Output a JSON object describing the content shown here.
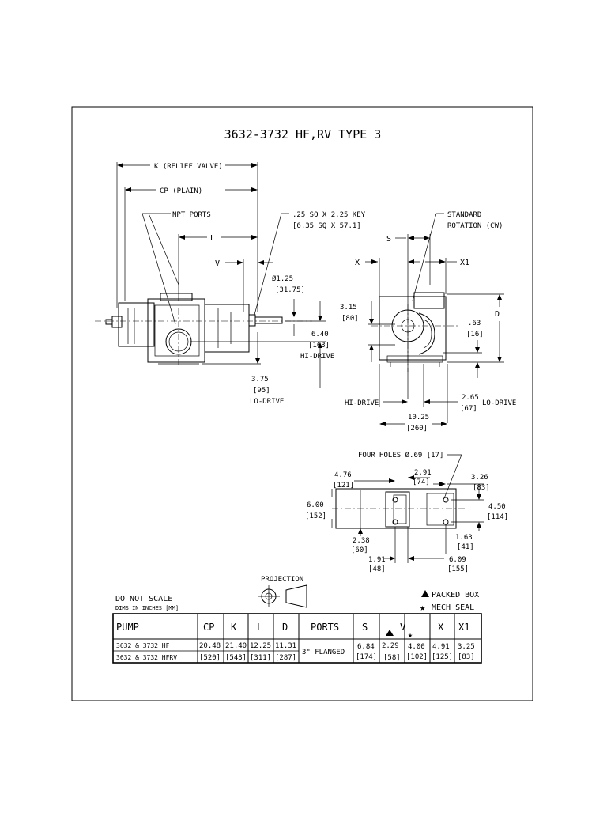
{
  "title": "3632-3732 HF,RV   TYPE 3",
  "side_view": {
    "k_label": "K (RELIEF VALVE)",
    "cp_label": "CP (PLAIN)",
    "npt_label": "NPT PORTS",
    "l_label": "L",
    "v_label": "V",
    "key_line1": ".25 SQ X 2.25 KEY",
    "key_line2": "[6.35 SQ X 57.1]",
    "shaft_dia": "Ø1.25",
    "shaft_dia_mm": "[31.75]",
    "hi_dim": "6.40",
    "hi_dim_mm": "[163]",
    "hi_label": "HI-DRIVE",
    "lo_dim": "3.75",
    "lo_dim_mm": "[95]",
    "lo_label": "LO-DRIVE"
  },
  "end_view": {
    "rotation_line1": "STANDARD",
    "rotation_line2": "ROTATION (CW)",
    "s_label": "S",
    "x_label": "X",
    "x1_label": "X1",
    "d_label": "D",
    "h315": "3.15",
    "h315_mm": "[80]",
    "h63": ".63",
    "h63_mm": "[16]",
    "hi_label": "HI-DRIVE",
    "lo_label": "LO-DRIVE",
    "w265": "2.65",
    "w265_mm": "[67]",
    "w1025": "10.25",
    "w1025_mm": "[260]"
  },
  "foot_view": {
    "holes": "FOUR HOLES Ø.69 [17]",
    "d476": "4.76",
    "d476_mm": "[121]",
    "d291": "2.91",
    "d291_mm": "[74]",
    "d326": "3.26",
    "d326_mm": "[83]",
    "d600": "6.00",
    "d600_mm": "[152]",
    "d450": "4.50",
    "d450_mm": "[114]",
    "d238": "2.38",
    "d238_mm": "[60]",
    "d163": "1.63",
    "d163_mm": "[41]",
    "d191": "1.91",
    "d191_mm": "[48]",
    "d609": "6.09",
    "d609_mm": "[155]"
  },
  "notes": {
    "projection": "PROJECTION",
    "do_not_scale": "DO NOT SCALE",
    "dims": "DIMS IN INCHES [MM]",
    "packed_box": "PACKED BOX",
    "mech_seal": "MECH SEAL"
  },
  "table": {
    "headers": [
      "PUMP",
      "CP",
      "K",
      "L",
      "D",
      "PORTS",
      "S",
      "V",
      "X",
      "X1"
    ],
    "rows": [
      {
        "pump": "3632 & 3732 HF",
        "cp": "20.48",
        "k": "21.40",
        "l": "12.25",
        "d": "11.31",
        "v": "2.29"
      },
      {
        "pump": "3632 & 3732 HFRV",
        "cp": "[520]",
        "k": "[543]",
        "l": "[311]",
        "d": "[287]",
        "v": "[58]"
      }
    ],
    "ports": "3\" FLANGED",
    "s": "6.84",
    "s_mm": "[174]",
    "v_star": "4.00",
    "v_star_mm": "[102]",
    "x": "4.91",
    "x_mm": "[125]",
    "x1": "3.25",
    "x1_mm": "[83]"
  }
}
